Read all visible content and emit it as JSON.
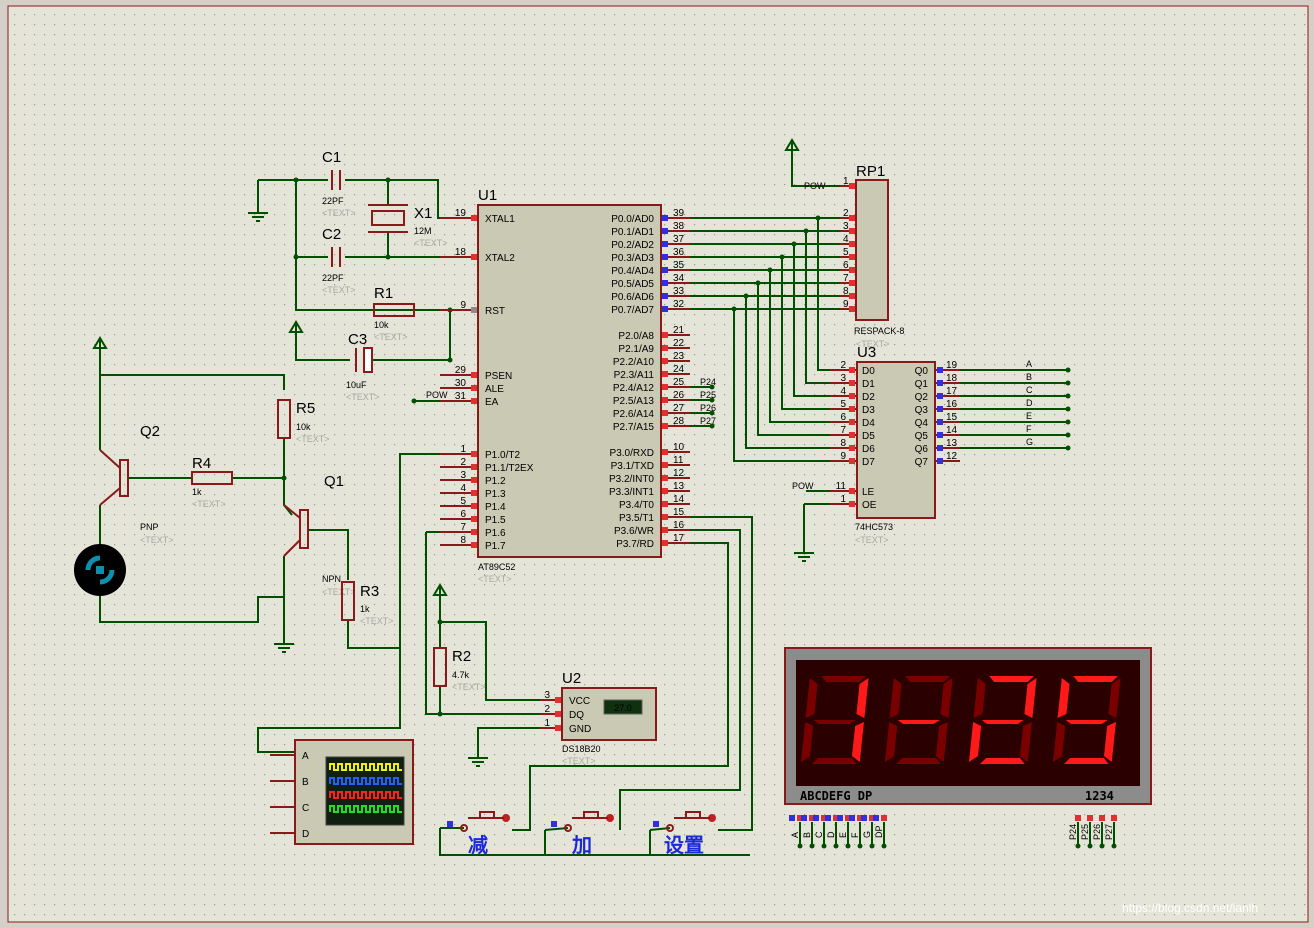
{
  "u1": {
    "ref": "U1",
    "part": "AT89C52",
    "text": "<TEXT>",
    "left_pins": [
      {
        "num": "19",
        "name": "XTAL1"
      },
      {
        "num": "18",
        "name": "XTAL2"
      },
      {
        "num": "9",
        "name": "RST"
      },
      {
        "num": "29",
        "name": "PSEN"
      },
      {
        "num": "30",
        "name": "ALE"
      },
      {
        "num": "31",
        "name": "EA"
      },
      {
        "num": "1",
        "name": "P1.0/T2"
      },
      {
        "num": "2",
        "name": "P1.1/T2EX"
      },
      {
        "num": "3",
        "name": "P1.2"
      },
      {
        "num": "4",
        "name": "P1.3"
      },
      {
        "num": "5",
        "name": "P1.4"
      },
      {
        "num": "6",
        "name": "P1.5"
      },
      {
        "num": "7",
        "name": "P1.6"
      },
      {
        "num": "8",
        "name": "P1.7"
      }
    ],
    "right_pins": [
      {
        "num": "39",
        "name": "P0.0/AD0"
      },
      {
        "num": "38",
        "name": "P0.1/AD1"
      },
      {
        "num": "37",
        "name": "P0.2/AD2"
      },
      {
        "num": "36",
        "name": "P0.3/AD3"
      },
      {
        "num": "35",
        "name": "P0.4/AD4"
      },
      {
        "num": "34",
        "name": "P0.5/AD5"
      },
      {
        "num": "33",
        "name": "P0.6/AD6"
      },
      {
        "num": "32",
        "name": "P0.7/AD7"
      },
      {
        "num": "21",
        "name": "P2.0/A8"
      },
      {
        "num": "22",
        "name": "P2.1/A9"
      },
      {
        "num": "23",
        "name": "P2.2/A10"
      },
      {
        "num": "24",
        "name": "P2.3/A11"
      },
      {
        "num": "25",
        "name": "P2.4/A12"
      },
      {
        "num": "26",
        "name": "P2.5/A13"
      },
      {
        "num": "27",
        "name": "P2.6/A14"
      },
      {
        "num": "28",
        "name": "P2.7/A15"
      },
      {
        "num": "10",
        "name": "P3.0/RXD"
      },
      {
        "num": "11",
        "name": "P3.1/TXD"
      },
      {
        "num": "12",
        "name": "P3.2/INT0"
      },
      {
        "num": "13",
        "name": "P3.3/INT1"
      },
      {
        "num": "14",
        "name": "P3.4/T0"
      },
      {
        "num": "15",
        "name": "P3.5/T1"
      },
      {
        "num": "16",
        "name": "P3.6/WR"
      },
      {
        "num": "17",
        "name": "P3.7/RD"
      }
    ],
    "p2_nets": [
      "P24",
      "P25",
      "P26",
      "P27"
    ],
    "ea_net": "POW"
  },
  "c1": {
    "ref": "C1",
    "value": "22PF",
    "text": "<TEXT>"
  },
  "c2": {
    "ref": "C2",
    "value": "22PF",
    "text": "<TEXT>"
  },
  "x1": {
    "ref": "X1",
    "value": "12M",
    "text": "<TEXT>"
  },
  "r1": {
    "ref": "R1",
    "value": "10k",
    "text": "<TEXT>"
  },
  "c3": {
    "ref": "C3",
    "value": "10uF",
    "text": "<TEXT>"
  },
  "r5": {
    "ref": "R5",
    "value": "10k",
    "text": "<TEXT>"
  },
  "r4": {
    "ref": "R4",
    "value": "1k",
    "text": "<TEXT>"
  },
  "r3": {
    "ref": "R3",
    "value": "1k",
    "text": "<TEXT>"
  },
  "r2": {
    "ref": "R2",
    "value": "4.7k",
    "text": "<TEXT>"
  },
  "q2": {
    "ref": "Q2",
    "type": "PNP",
    "text": "<TEXT>"
  },
  "q1": {
    "ref": "Q1",
    "type": "NPN",
    "text": "<TEXT>"
  },
  "rp1": {
    "ref": "RP1",
    "part": "RESPACK-8",
    "text": "<TEXT>",
    "pow": "POW",
    "pins": [
      "1",
      "2",
      "3",
      "4",
      "5",
      "6",
      "7",
      "8",
      "9"
    ]
  },
  "u3": {
    "ref": "U3",
    "part": "74HC573",
    "text": "<TEXT>",
    "pow": "POW",
    "left_pins": [
      {
        "num": "2",
        "name": "D0"
      },
      {
        "num": "3",
        "name": "D1"
      },
      {
        "num": "4",
        "name": "D2"
      },
      {
        "num": "5",
        "name": "D3"
      },
      {
        "num": "6",
        "name": "D4"
      },
      {
        "num": "7",
        "name": "D5"
      },
      {
        "num": "8",
        "name": "D6"
      },
      {
        "num": "9",
        "name": "D7"
      },
      {
        "num": "11",
        "name": "LE"
      },
      {
        "num": "1",
        "name": "OE"
      }
    ],
    "right_pins": [
      {
        "num": "19",
        "name": "Q0",
        "net": "A"
      },
      {
        "num": "18",
        "name": "Q1",
        "net": "B"
      },
      {
        "num": "17",
        "name": "Q2",
        "net": "C"
      },
      {
        "num": "16",
        "name": "Q3",
        "net": "D"
      },
      {
        "num": "15",
        "name": "Q4",
        "net": "E"
      },
      {
        "num": "14",
        "name": "Q5",
        "net": "F"
      },
      {
        "num": "13",
        "name": "Q6",
        "net": "G"
      },
      {
        "num": "12",
        "name": "Q7",
        "net": ""
      }
    ]
  },
  "u2": {
    "ref": "U2",
    "part": "DS18B20",
    "text": "<TEXT>",
    "reading": "27.0",
    "pins": [
      {
        "num": "3",
        "name": "VCC"
      },
      {
        "num": "2",
        "name": "DQ"
      },
      {
        "num": "1",
        "name": "GND"
      }
    ]
  },
  "scope": {
    "channels": [
      "A",
      "B",
      "C",
      "D"
    ]
  },
  "buttons": [
    {
      "label": "减"
    },
    {
      "label": "加"
    },
    {
      "label": "设置"
    }
  ],
  "display": {
    "digits": [
      "1",
      "-",
      "2",
      "5"
    ],
    "seg_label": "ABCDEFG  DP",
    "digit_label": "1234",
    "seg_pins": [
      "A",
      "B",
      "C",
      "D",
      "E",
      "F",
      "G",
      "DP"
    ],
    "digit_pins": [
      "P24",
      "P25",
      "P26",
      "P27"
    ],
    "colors": {
      "on": "#ff1a1a",
      "off": "#7a0000",
      "bg": "#2a0000",
      "frame": "#8c8c8c"
    }
  },
  "watermark": "https://blog.csdn.net/lanlh"
}
